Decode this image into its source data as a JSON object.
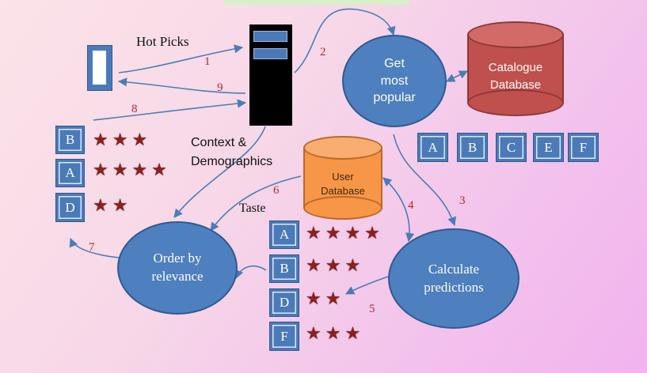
{
  "labels": {
    "hot_picks": "Hot Picks",
    "context": "Context &",
    "demographics": "Demographics",
    "taste": "Taste"
  },
  "steps": [
    "1",
    "2",
    "3",
    "4",
    "5",
    "6",
    "7",
    "8",
    "9"
  ],
  "nodes": {
    "get_most_popular": [
      "Get",
      "most",
      "popular"
    ],
    "catalogue_db": [
      "Catalogue",
      "Database"
    ],
    "user_db": [
      "User",
      "Database"
    ],
    "order_by_relevance": [
      "Order by",
      "relevance"
    ],
    "calculate_predictions": [
      "Calculate",
      "predictions"
    ]
  },
  "catalogue_items": [
    "A",
    "B",
    "C",
    "E",
    "F"
  ],
  "left_ratings": [
    {
      "item": "B",
      "stars": 3
    },
    {
      "item": "A",
      "stars": 4
    },
    {
      "item": "D",
      "stars": 2
    }
  ],
  "user_ratings": [
    {
      "item": "A",
      "stars": 4
    },
    {
      "item": "B",
      "stars": 3
    },
    {
      "item": "D",
      "stars": 2
    },
    {
      "item": "F",
      "stars": 3
    }
  ],
  "star_glyph": "★",
  "colors": {
    "blue": "#4e7fbf",
    "red_db": "#c0504d",
    "orange_db": "#f79646",
    "arrow": "#4a7db5",
    "step_number": "#b02a2a",
    "star": "#8e1f1f"
  }
}
